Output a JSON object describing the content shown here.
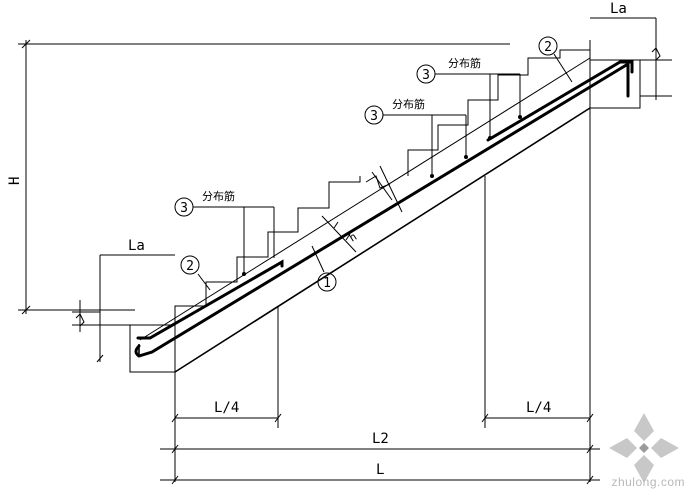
{
  "dimensions": {
    "height": "H",
    "anchor_left": "La",
    "anchor_right": "La",
    "quarter_left": "L/4",
    "quarter_right": "L/4",
    "l2": "L2",
    "l": "L",
    "thickness": "h"
  },
  "callouts": {
    "bar1": "1",
    "bar2_left": "2",
    "bar2_right": "2",
    "bar3_a": "3",
    "bar3_b": "3",
    "bar3_c": "3"
  },
  "notes": {
    "distribution_a": "分布筋",
    "distribution_b": "分布筋",
    "distribution_c": "分布筋"
  },
  "watermark": {
    "text": "zhulong.com"
  },
  "colors": {
    "line": "#000000",
    "background": "#ffffff",
    "watermark": "#b8b8b8"
  }
}
